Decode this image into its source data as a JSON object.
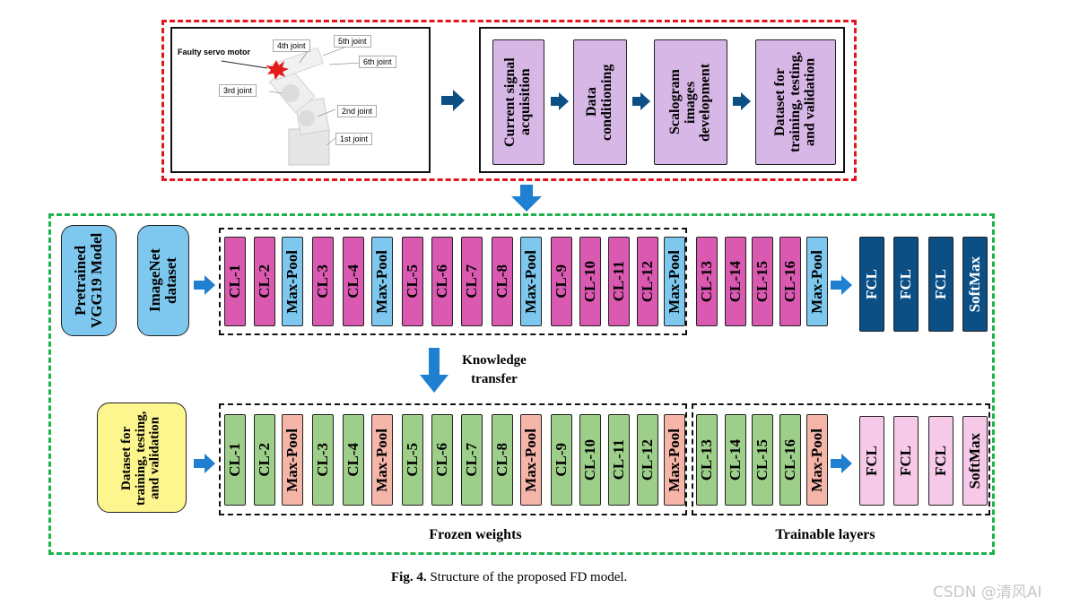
{
  "top_panel": {
    "robot_labels": {
      "faulty": "Faulty servo motor",
      "j1": "1st joint",
      "j2": "2nd joint",
      "j3": "3rd joint",
      "j4": "4th joint",
      "j5": "5th joint",
      "j6": "6th joint"
    },
    "steps": [
      "Current signal acquisition",
      "Data conditioning",
      "Scalogram images development",
      "Dataset for training, testing, and validation"
    ]
  },
  "upper_row": {
    "pretrained": "Pretrained VGG19 Model",
    "imagenet": "ImageNet dataset",
    "frozen_layers": [
      "CL-1",
      "CL-2",
      "Max-Pool",
      "CL-3",
      "CL-4",
      "Max-Pool",
      "CL-5",
      "CL-6",
      "CL-7",
      "CL-8",
      "Max-Pool",
      "CL-9",
      "CL-10",
      "CL-11",
      "CL-12",
      "Max-Pool"
    ],
    "trainable_conv": [
      "CL-13",
      "CL-14",
      "CL-15",
      "CL-16",
      "Max-Pool"
    ],
    "head": [
      "FCL",
      "FCL",
      "FCL",
      "SoftMax"
    ]
  },
  "knowledge_transfer": "Knowledge transfer",
  "lower_row": {
    "dataset": "Dataset for training, testing, and validation",
    "frozen_layers": [
      "CL-1",
      "CL-2",
      "Max-Pool",
      "CL-3",
      "CL-4",
      "Max-Pool",
      "CL-5",
      "CL-6",
      "CL-7",
      "CL-8",
      "Max-Pool",
      "CL-9",
      "CL-10",
      "CL-11",
      "CL-12",
      "Max-Pool"
    ],
    "trainable_conv": [
      "CL-13",
      "CL-14",
      "CL-15",
      "CL-16",
      "Max-Pool"
    ],
    "head": [
      "FCL",
      "FCL",
      "FCL",
      "SoftMax"
    ]
  },
  "frozen_label": "Frozen weights",
  "trainable_label": "Trainable layers",
  "caption": {
    "fig": "Fig. 4.",
    "text": "Structure of the proposed FD model."
  },
  "watermark": "CSDN @清风AI",
  "colors": {
    "red_dash": "#e0161f",
    "green_dash": "#1fb24a",
    "conv_pink": "#d95ab0",
    "pool_blue": "#7ec8ef",
    "fcl_navy": "#0b4f85",
    "conv_green": "#9dcf8a",
    "pool_salmon": "#f5b6a9",
    "fcl_lightpink": "#f6c9e8",
    "step_lavender": "#d7b7e6",
    "arrow_blue": "#1f7fd1"
  }
}
